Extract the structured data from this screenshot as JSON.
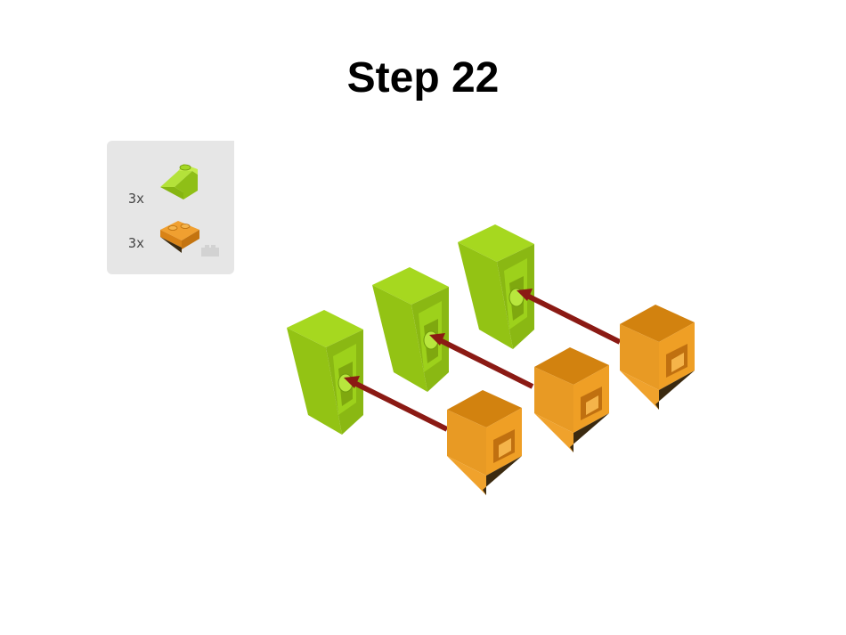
{
  "step": {
    "title": "Step 22"
  },
  "parts_list": {
    "items": [
      {
        "quantity": "3x",
        "icon": "lime-slope-brick-icon",
        "color": "#9acd1a"
      },
      {
        "quantity": "3x",
        "icon": "orange-inverted-slope-brick-icon",
        "color": "#e8931a"
      }
    ]
  },
  "colors": {
    "lime": "#9acd1a",
    "orange": "#e8931a",
    "arrow": "#8b1a14",
    "panel": "#e6e6e6"
  }
}
